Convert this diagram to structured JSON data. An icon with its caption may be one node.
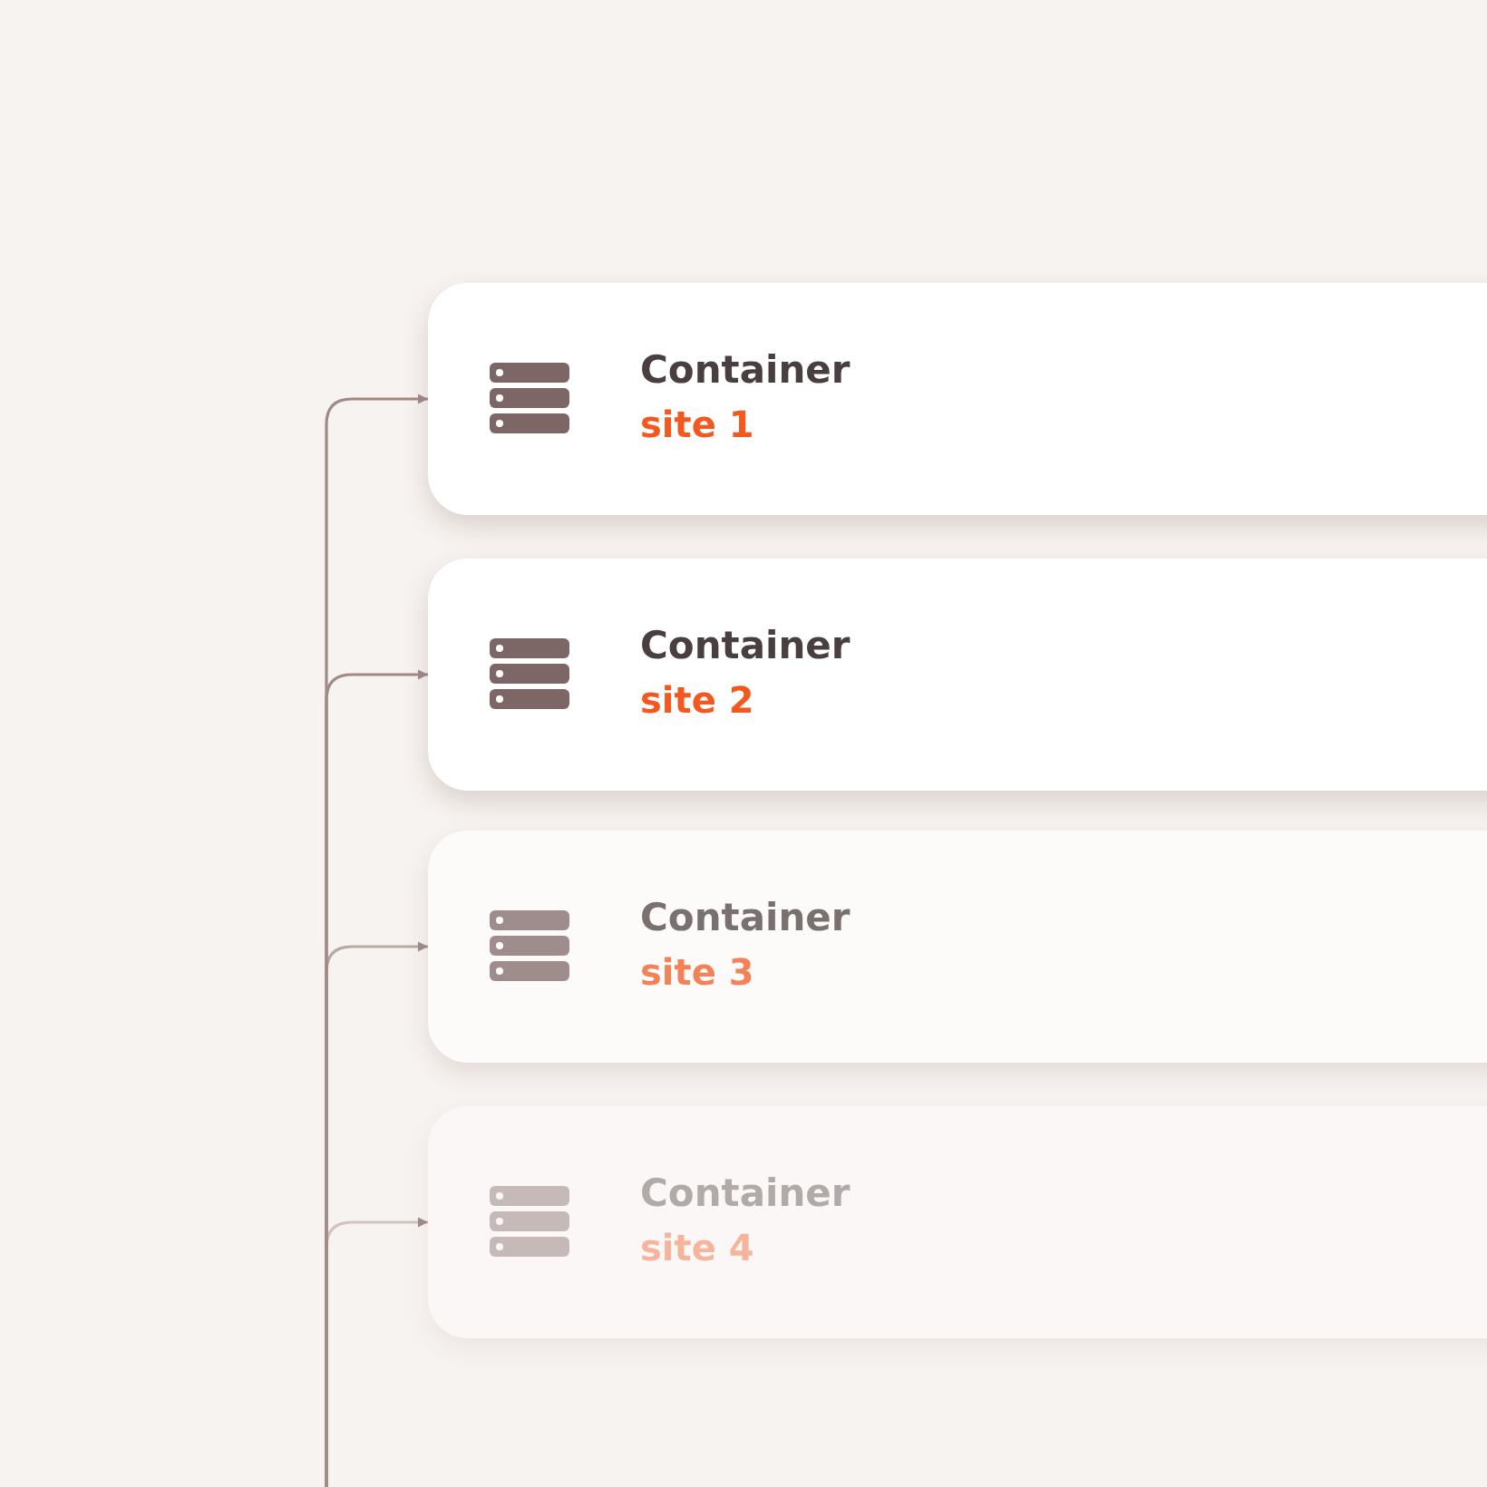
{
  "diagram": {
    "nodes": [
      {
        "text": [
          "Container",
          "site 1"
        ]
      },
      {
        "text": [
          "Container",
          "site 2"
        ]
      },
      {
        "text": [
          "Container",
          "site 3"
        ]
      },
      {
        "text": [
          "Container",
          "site 4"
        ]
      }
    ],
    "edges": [
      {
        "from": null,
        "to": 0,
        "arrow": "to"
      },
      {
        "from": null,
        "to": 1,
        "arrow": "to"
      },
      {
        "from": null,
        "to": 2,
        "arrow": "to"
      },
      {
        "from": null,
        "to": 3,
        "arrow": "to"
      }
    ]
  }
}
